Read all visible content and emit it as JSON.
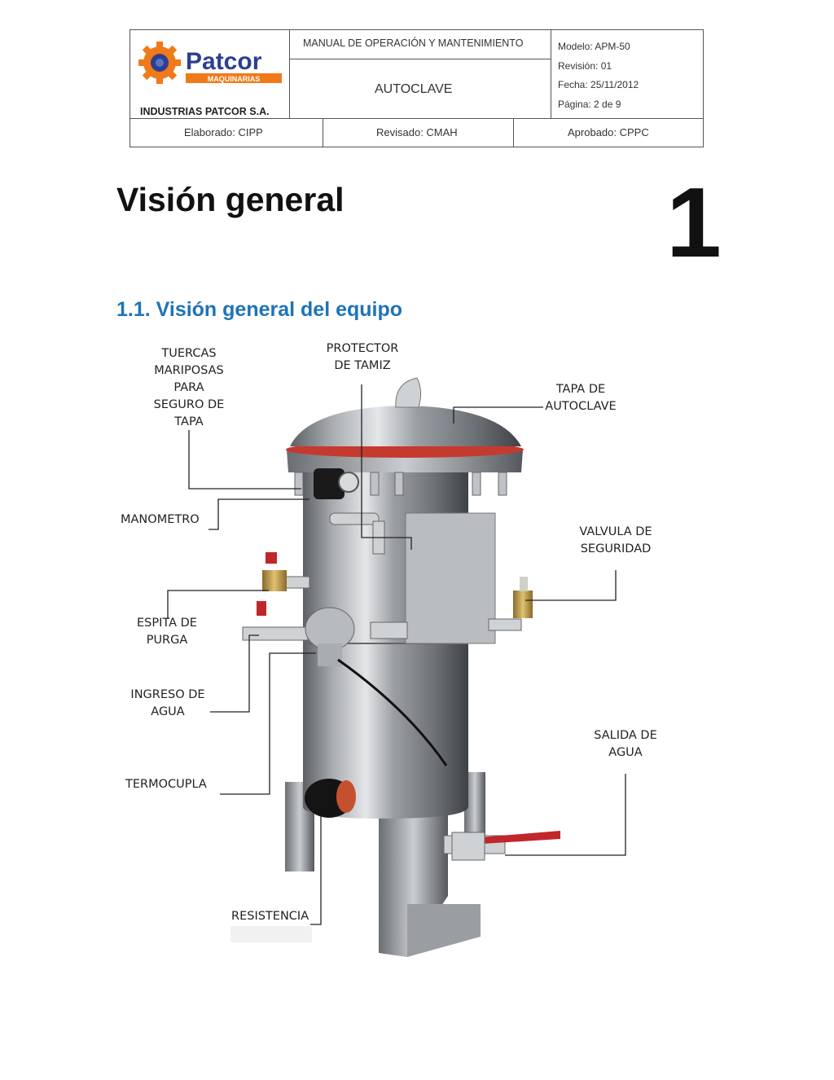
{
  "header": {
    "company_name": "INDUSTRIAS PATCOR S.A.",
    "logo": {
      "name": "Patcor",
      "subtitle": "MAQUINARIAS",
      "icon": "gear-icon",
      "colors": {
        "gear": "#f07a1a",
        "text": "#2d3f8f"
      }
    },
    "manual_title": "MANUAL DE OPERACIÓN Y MANTENIMIENTO",
    "document_title": "AUTOCLAVE",
    "modelo": "Modelo: APM-50",
    "revision": "Revisión: 01",
    "fecha": "Fecha: 25/11/2012",
    "pagina": "Página: 2 de 9",
    "elaborado": "Elaborado:  CIPP",
    "revisado": "Revisado: CMAH",
    "aprobado": "Aprobado: CPPC"
  },
  "chapter": {
    "title": "Visión general",
    "number": "1"
  },
  "section": {
    "title": "1.1.  Visión general del equipo",
    "color": "#1e73b8"
  },
  "figure_labels": {
    "tuercas": "TUERCAS\nMARIPOSAS\nPARA\nSEGURO DE\nTAPA",
    "protector": "PROTECTOR\nDE TAMIZ",
    "tapa": "TAPA DE\nAUTOCLAVE",
    "manometro": "MANOMETRO",
    "valvula": "VALVULA DE\nSEGURIDAD",
    "espita": "ESPITA DE\nPURGA",
    "ingreso": "INGRESO DE\nAGUA",
    "salida": "SALIDA DE\nAGUA",
    "termocupla": "TERMOCUPLA",
    "resistencia": "RESISTENCIA"
  }
}
